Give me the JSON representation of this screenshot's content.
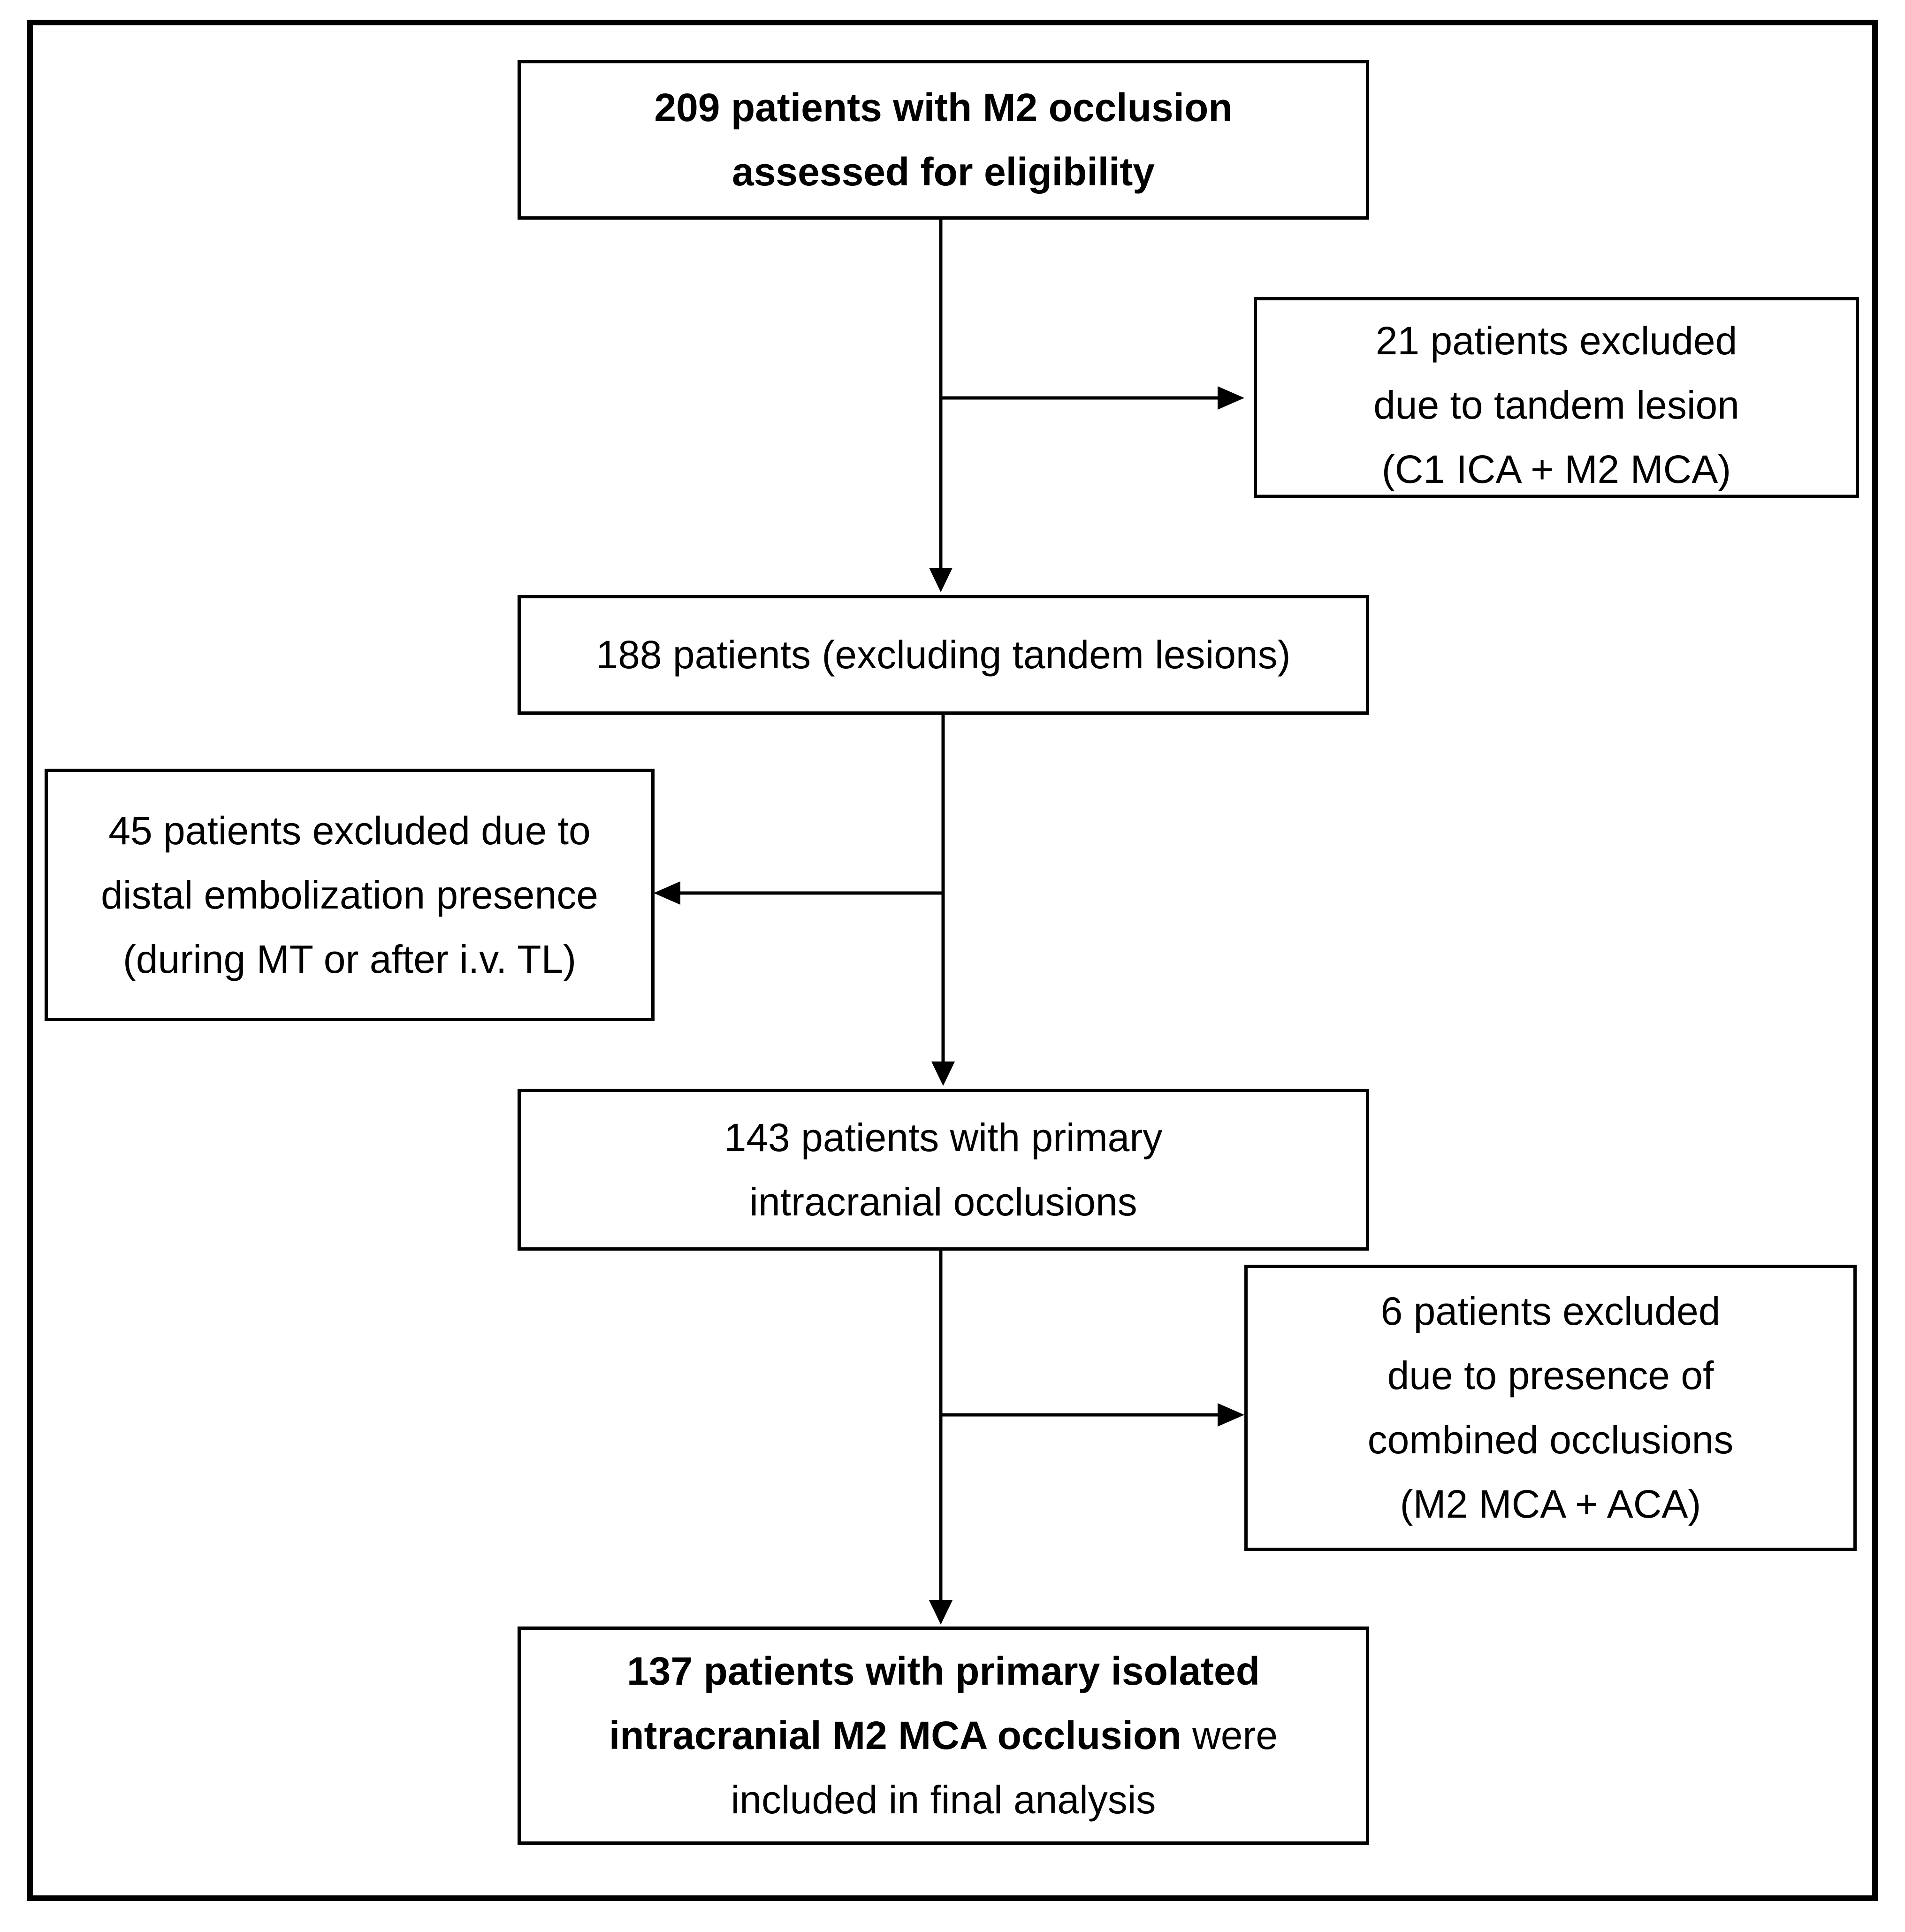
{
  "flow": {
    "box1": {
      "lines": [
        "209 patients with M2 occlusion",
        "assessed for eligibility"
      ]
    },
    "excl1": {
      "lines": [
        "21 patients excluded",
        "due to tandem lesion",
        "(C1 ICA + M2 MCA)"
      ]
    },
    "box2": {
      "lines": [
        "188 patients (excluding tandem lesions)"
      ]
    },
    "excl2": {
      "lines": [
        "45 patients excluded due to",
        "distal embolization presence",
        "(during MT or after i.v. TL)"
      ]
    },
    "box3": {
      "lines": [
        "143 patients with primary",
        "intracranial occlusions"
      ]
    },
    "excl3": {
      "lines": [
        "6 patients excluded",
        "due to presence of",
        "combined occlusions",
        "(M2 MCA + ACA)"
      ]
    },
    "box4": {
      "line1_bold": "137 patients with primary isolated",
      "line2_bold": "intracranial M2 MCA occlusion",
      "line2_normal": " were",
      "line3": "included in final analysis"
    }
  }
}
